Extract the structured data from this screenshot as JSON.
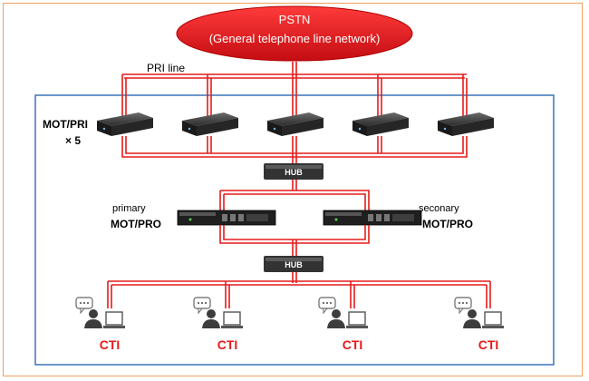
{
  "network": {
    "title": "PSTN",
    "subtitle": "(General telephone line network)"
  },
  "pri_line_label": "PRI line",
  "gateways": {
    "label": "MOT/PRI",
    "count": "× 5",
    "units": [
      "MOT/PRI 1",
      "MOT/PRI 2",
      "MOT/PRI 3",
      "MOT/PRI 4",
      "MOT/PRI 5"
    ]
  },
  "hubs": [
    "HUB",
    "HUB"
  ],
  "servers": {
    "primary_label": "primary",
    "primary_model": "MOT/PRO",
    "secondary_label": "seconary",
    "secondary_model": "MOT/PRO"
  },
  "clients": [
    "CTI",
    "CTI",
    "CTI",
    "CTI"
  ],
  "colors": {
    "wire": "#e61b1b",
    "ellipse": "#e8141c",
    "frame_outer": "#f0a060",
    "frame_inner": "#3a73b8",
    "hub": "#333333",
    "cti_text": "#e61b1b"
  }
}
